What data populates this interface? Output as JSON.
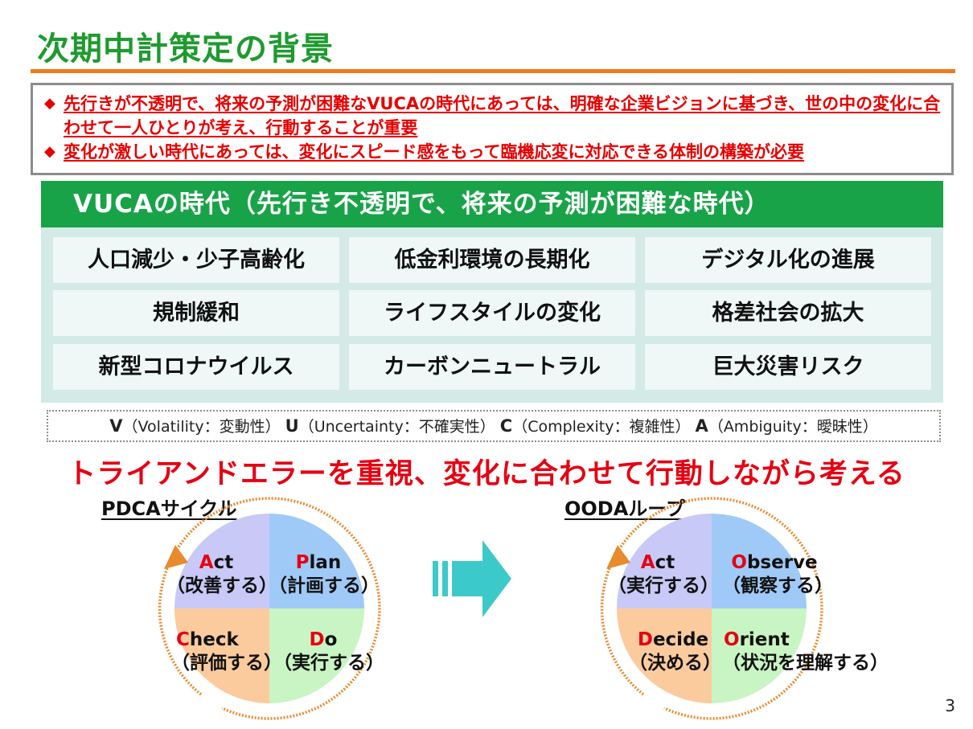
{
  "title": "次期中計策定の背景",
  "notice": {
    "bullet": "◆",
    "items": [
      "先行きが不透明で、将来の予測が困難なVUCAの時代にあっては、明確な企業ビジョンに基づき、世の中の変化に合わせて一人ひとりが考え、行動することが重要",
      "変化が激しい時代にあっては、変化にスピード感をもって臨機応変に対応できる体制の構築が必要"
    ]
  },
  "vuca": {
    "header": "VUCAの時代（先行き不透明で、将来の予測が困難な時代）",
    "cells": [
      "人口減少・少子高齢化",
      "低金利環境の長期化",
      "デジタル化の進展",
      "規制緩和",
      "ライフスタイルの変化",
      "格差社会の拡大",
      "新型コロナウイルス",
      "カーボンニュートラル",
      "巨大災害リスク"
    ]
  },
  "legend": {
    "v_letter": "V",
    "v_text": "（Volatility：変動性）",
    "u_letter": "U",
    "u_text": "（Uncertainty：不確実性）",
    "c_letter": "C",
    "c_text": "（Complexity：複雑性）",
    "a_letter": "A",
    "a_text": "（Ambiguity：曖昧性）"
  },
  "headline": "トライアンドエラーを重視、変化に合わせて行動しながら考える",
  "pdca": {
    "label": "PDCAサイクル",
    "act": {
      "first": "A",
      "rest": "ct",
      "sub": "（改善する）"
    },
    "plan": {
      "first": "P",
      "rest": "lan",
      "sub": "（計画する）"
    },
    "check": {
      "first": "C",
      "rest": "heck",
      "sub": "（評価する）"
    },
    "do": {
      "first": "D",
      "rest": "o",
      "sub": "（実行する）"
    }
  },
  "ooda": {
    "label": "OODAループ",
    "act": {
      "first": "A",
      "rest": "ct",
      "sub": "（実行する）"
    },
    "observe": {
      "first": "O",
      "rest": "bserve",
      "sub": "（観察する）"
    },
    "decide": {
      "first": "D",
      "rest": "ecide",
      "sub": "（決める）"
    },
    "orient": {
      "first": "O",
      "rest": "rient",
      "sub": "（状況を理解する）"
    }
  },
  "page_number": "3",
  "colors": {
    "title_green": "#1f9a30",
    "rule_orange": "#f07a1a",
    "alert_red": "#e60000",
    "vuca_green": "#18a348",
    "vuca_bg": "#d3eae7",
    "cell_bg": "#eff8f7",
    "quad_purple": "#c9c9f7",
    "quad_blue": "#9fcaf7",
    "quad_peach": "#fbcb9d",
    "quad_green": "#c8f5c3",
    "arrow_teal": "#3cc9c9",
    "ring_orange": "#e88a2e"
  }
}
